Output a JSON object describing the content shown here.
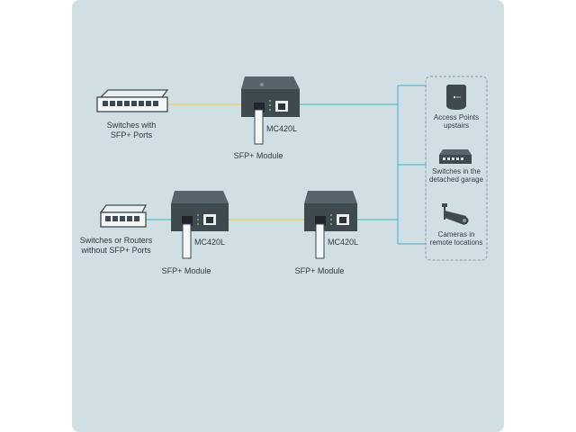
{
  "colors": {
    "background": "#cfdfe3",
    "fiber_link": "#e8d36a",
    "ethernet_link": "#3fb2c9",
    "device_dark": "#3e4950",
    "device_light": "#e9eef1"
  },
  "devices": {
    "top_switch_label": "Switches with\nSFP+ Ports",
    "bottom_switch_label": "Switches or Routers\nwithout SFP+ Ports",
    "converter_label": "MC420L",
    "sfp_module_label": "SFP+ Module"
  },
  "endpoints": [
    {
      "label": "Access Points\nupstairs",
      "icon": "access-point-icon"
    },
    {
      "label": "Switches in the\ndetached garage",
      "icon": "switch-icon"
    },
    {
      "label": "Cameras in\nremote locations",
      "icon": "camera-icon"
    }
  ]
}
